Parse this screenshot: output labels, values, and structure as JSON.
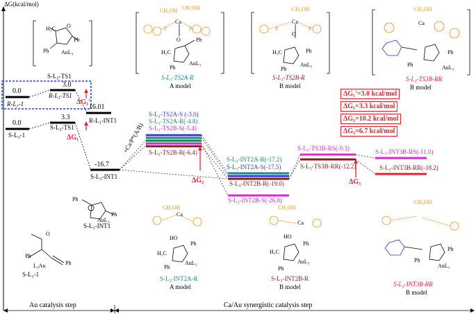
{
  "axis": {
    "ylabel": "ΔG(kcal/mol)"
  },
  "levels": {
    "r_l3_1": "0.0",
    "r_l3_ts1": "3.0",
    "r_l3_int1": "16.01",
    "s_l3_1": "0.0",
    "s_l3_ts1": "3.3",
    "s_l3_int1": "-16.7",
    "int1_label": "S-L₃-INT1",
    "r_label_1": "R-L₃-1",
    "r_label_ts1": "R-L₃-TS1",
    "r_label_int1": "R-L₃-INT1",
    "s_label_1": "S-L₃-1",
    "s_label_ts1": "S-L₃-TS1"
  },
  "ts2": [
    {
      "label": "S-L₃-TS2A-S (-3.0)",
      "color": "#3a3ad8"
    },
    {
      "label": "S-L₃-TS2A-R(-4.8)",
      "color": "#1a8a8c"
    },
    {
      "label": "S-L₃-TS2B-S(-5.4)",
      "color": "#d42ad4"
    },
    {
      "label": "S-L₃-TS2B-R(-6.4)",
      "color": "#8b1a1a"
    }
  ],
  "int2": [
    {
      "label": "S-L₃-INT2A-R(-17.2)",
      "color": "#1a8a8c"
    },
    {
      "label": "S-L₃-INT2A-S(-17.5)",
      "color": "#3a3ad8"
    },
    {
      "label": "S-L₃-INT2B-R(-19.0)",
      "color": "#8b1a1a"
    },
    {
      "label": "S-L₃-INT2B-S(-26.8)",
      "color": "#d42ad4"
    }
  ],
  "ts3": [
    {
      "label": "S-L₃-TS3B-RS(-9.3)",
      "color": "#d42ad4"
    },
    {
      "label": "S-L₃-TS3B-RR(-12.2)",
      "color": "#8b1a1a"
    }
  ],
  "int3": [
    {
      "label": "S-L₃-INT3B-RS(-11.0)",
      "color": "#d42ad4"
    },
    {
      "label": "S-L₃-INT3B-RR(-18.2)",
      "color": "#8b1a1a"
    }
  ],
  "ca_label": "+Ca/P*(A/B)",
  "delta_marks": {
    "dg1p": "ΔG₁'",
    "dg1": "ΔG₁",
    "dg2": "ΔG₂",
    "dg3": "ΔG₃"
  },
  "energy_box": [
    "ΔG₁'=3.0 kcal/mol",
    "ΔG₁=3.3 kcal/mol",
    "ΔG₂=10.2 kcal/mol",
    "ΔG₃=6.7 kcal/mol"
  ],
  "structures": {
    "top_ts1": "S-L₃-TS1",
    "ts2a_name": "S-L₃-TS2A-R",
    "ts2a_model": "A model",
    "ts2b_name": "S-L₃-TS2B-R",
    "ts2b_model": "B model",
    "ts3b_name": "S-L₃-TS3B-RR",
    "ts3b_model": "B model",
    "bot_l31": "S-L₃-1",
    "bot_int1": "S-L₃-INT1",
    "int2a_name": "S-L₃-INT2A-R",
    "int2a_model": "A model",
    "int2b_name": "S-L₃-INT2B-R",
    "int2b_model": "B model",
    "int3b_name": "S-L₃-INT3B-RR",
    "int3b_model": "B model",
    "atoms": {
      "ca": "Ca",
      "ch2oh": "CH₂OH",
      "h3c": "H₃C",
      "ph": "Ph",
      "aul3": "AuL₃",
      "ho": "HO",
      "o": "O",
      "h": "H",
      "p": "P",
      "l3au": "L₃Au"
    }
  },
  "steps": {
    "au": "Au catalysis step",
    "caau": "Ca/Au synergistic catalysis step"
  }
}
